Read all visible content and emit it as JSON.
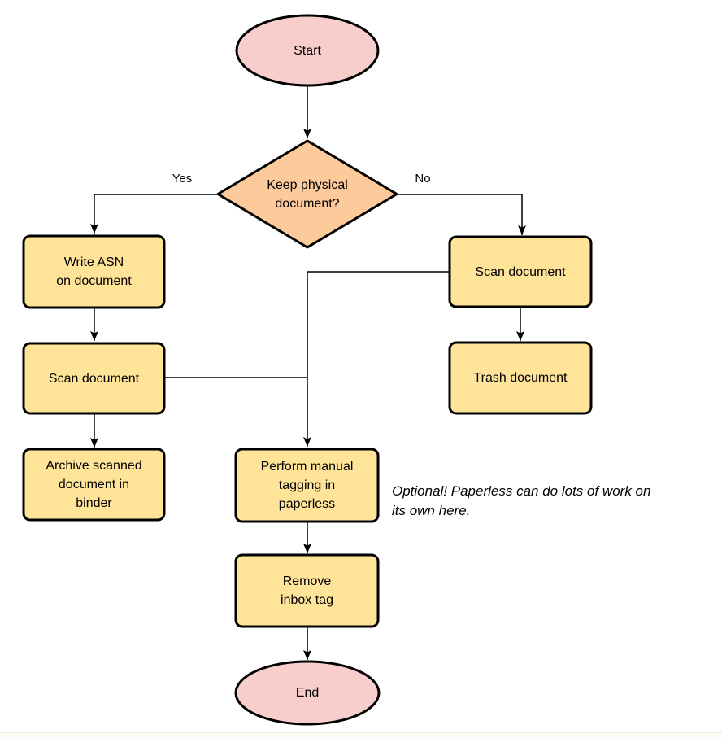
{
  "colors": {
    "terminal_fill": "#f8cecc",
    "decision_fill": "#fdca9b",
    "process_fill": "#ffe399",
    "shape_stroke": "#000000",
    "edge_stroke": "#000000",
    "canvas_bg": "#ffffff"
  },
  "nodes": {
    "start": {
      "label": "Start",
      "type": "terminal"
    },
    "decision": {
      "label": "Keep physical\ndocument?",
      "type": "decision"
    },
    "write_asn": {
      "label": "Write ASN\non document",
      "type": "process"
    },
    "scan_left": {
      "label": "Scan document",
      "type": "process"
    },
    "archive": {
      "label": "Archive scanned\ndocument in\nbinder",
      "type": "process"
    },
    "scan_right": {
      "label": "Scan document",
      "type": "process"
    },
    "trash": {
      "label": "Trash document",
      "type": "process"
    },
    "tagging": {
      "label": "Perform manual\ntagging in\npaperless",
      "type": "process"
    },
    "remove_inbox": {
      "label": "Remove\ninbox tag",
      "type": "process"
    },
    "end": {
      "label": "End",
      "type": "terminal"
    }
  },
  "edges": {
    "yes_label": "Yes",
    "no_label": "No"
  },
  "annotation": {
    "text": "Optional! Paperless can do lots of work on\nits own here."
  }
}
